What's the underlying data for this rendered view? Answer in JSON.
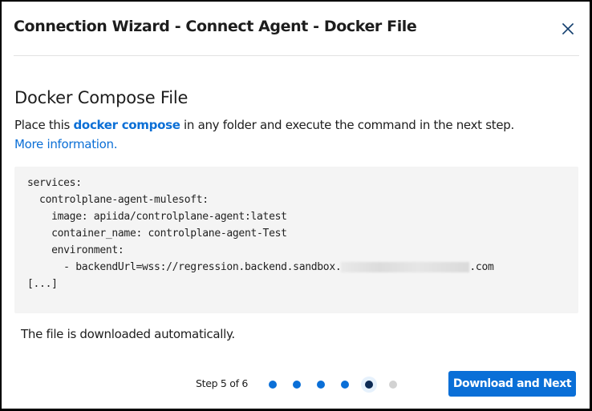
{
  "dialog": {
    "title": "Connection Wizard - Connect Agent - Docker File",
    "close_icon": "close-icon"
  },
  "content": {
    "section_title": "Docker Compose File",
    "description_prefix": "Place this ",
    "description_link": "docker compose",
    "description_suffix": " in any folder and execute the command in the next step.",
    "more_info_link": "More information.",
    "code_lines": [
      "services:",
      "  controlplane-agent-mulesoft:",
      "    image: apiida/controlplane-agent:latest",
      "    container_name: controlplane-agent-Test",
      "    environment:",
      "      - backendUrl=wss://regression.backend.sandbox.",
      ".com",
      "[...]"
    ],
    "note": "The file is downloaded automatically."
  },
  "footer": {
    "step_label": "Step 5 of 6",
    "current_step": 5,
    "total_steps": 6,
    "primary_button": "Download and Next"
  },
  "colors": {
    "accent": "#0a6fd7",
    "current_step": "#0c2a54",
    "pending_step": "#d2d2d2",
    "code_background": "#f4f4f4"
  }
}
